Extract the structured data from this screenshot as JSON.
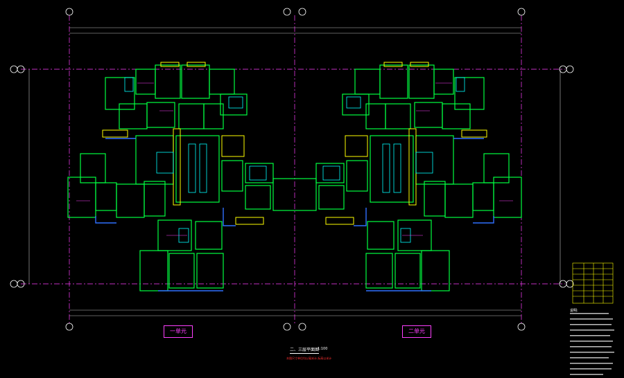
{
  "drawing": {
    "title": "二、三层平面图",
    "scale": "1:100",
    "subtitle": "本图尺寸单位均以毫米计,标高以米计",
    "units": [
      "一单元",
      "二单元"
    ],
    "notes_title": "说明:"
  },
  "colors": {
    "background": "#000000",
    "wall": "#00ff40",
    "wall_alt": "#ffff00",
    "axis": "#ff40ff",
    "dimension": "#c0c0c0",
    "text": "#ffffff",
    "cyan": "#00ffff",
    "blue": "#3070ff"
  }
}
